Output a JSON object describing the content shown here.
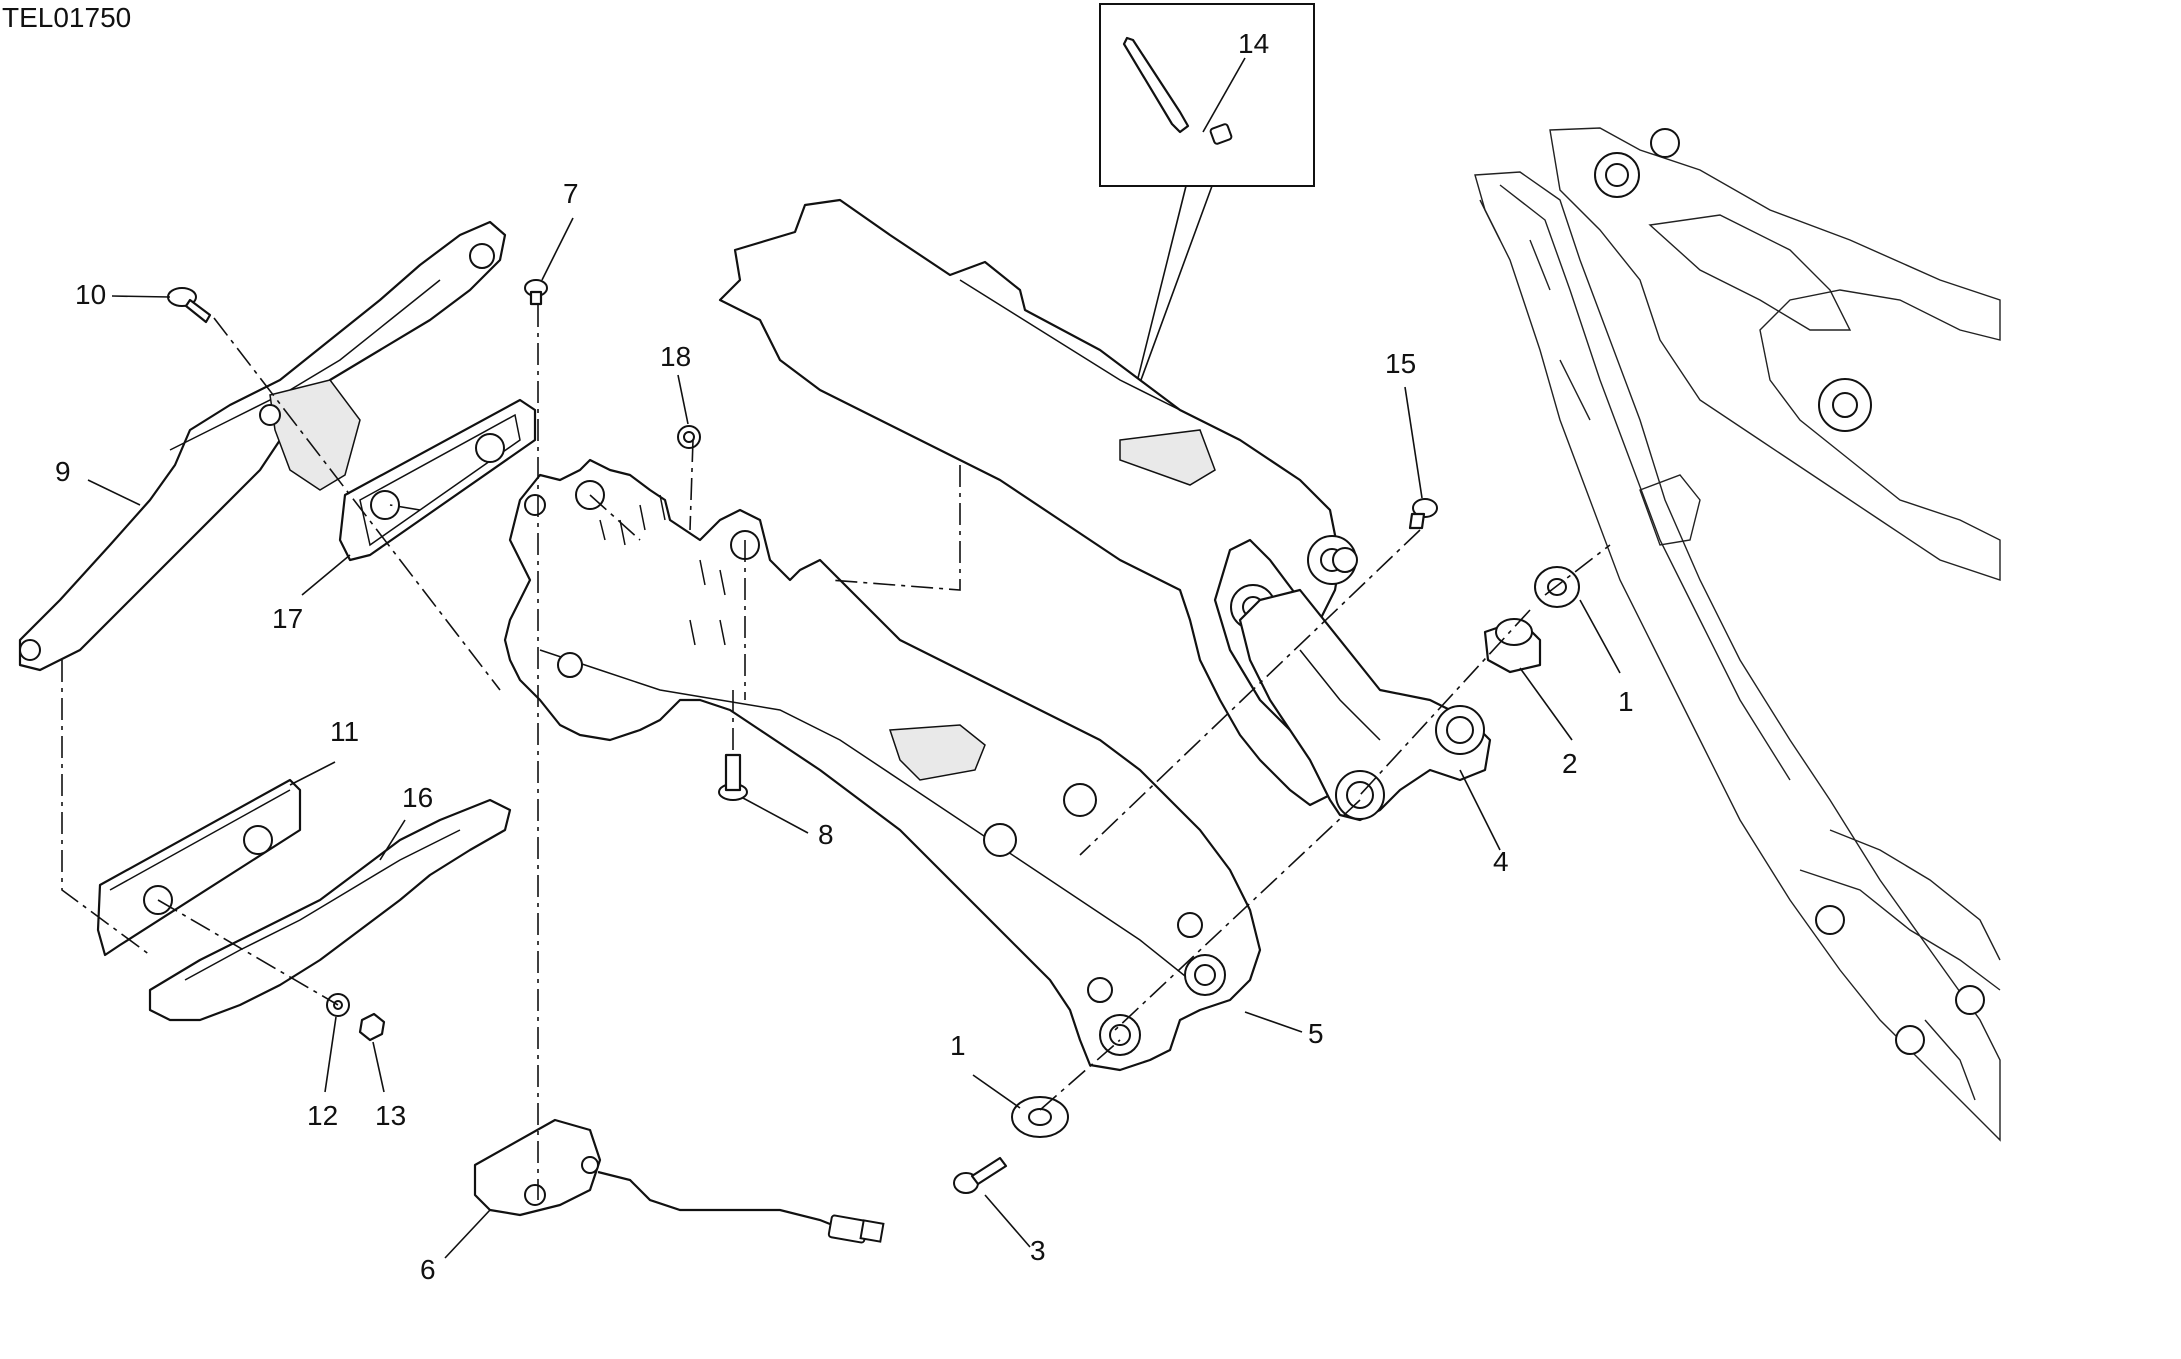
{
  "drawing_code": "TEL01750",
  "references": [
    {
      "id": "ref-1a",
      "label": "1"
    },
    {
      "id": "ref-1b",
      "label": "1"
    },
    {
      "id": "ref-2",
      "label": "2"
    },
    {
      "id": "ref-3",
      "label": "3"
    },
    {
      "id": "ref-4",
      "label": "4"
    },
    {
      "id": "ref-5",
      "label": "5"
    },
    {
      "id": "ref-6",
      "label": "6"
    },
    {
      "id": "ref-7",
      "label": "7"
    },
    {
      "id": "ref-8",
      "label": "8"
    },
    {
      "id": "ref-9",
      "label": "9"
    },
    {
      "id": "ref-10",
      "label": "10"
    },
    {
      "id": "ref-11",
      "label": "11"
    },
    {
      "id": "ref-12",
      "label": "12"
    },
    {
      "id": "ref-13",
      "label": "13"
    },
    {
      "id": "ref-14",
      "label": "14"
    },
    {
      "id": "ref-15",
      "label": "15"
    },
    {
      "id": "ref-16",
      "label": "16"
    },
    {
      "id": "ref-17",
      "label": "17"
    },
    {
      "id": "ref-18",
      "label": "18"
    }
  ]
}
